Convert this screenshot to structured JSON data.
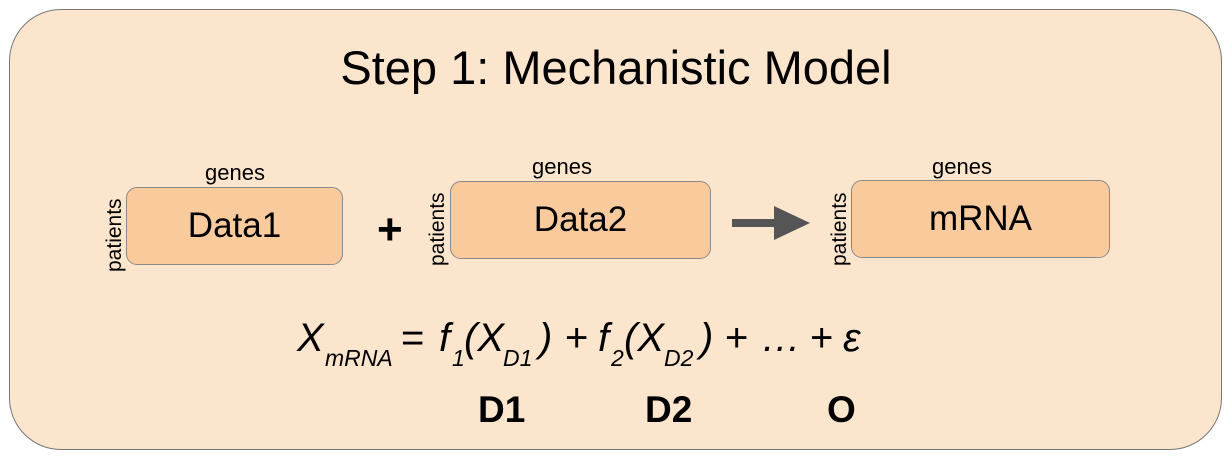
{
  "title": "Step 1: Mechanistic Model",
  "axis_labels": {
    "rows": "patients",
    "columns": "genes"
  },
  "boxes": [
    {
      "label": "Data1"
    },
    {
      "label": "Data2"
    },
    {
      "label": "mRNA"
    }
  ],
  "operator_plus": "+",
  "equation": {
    "lhs_var": "X",
    "lhs_sub": "mRNA",
    "equals": "=",
    "f1": "f",
    "f1_sub": "1",
    "open1": "(X",
    "d1_sub": "D1",
    "close1": ")",
    "plus1": "+",
    "f2": "f",
    "f2_sub": "2",
    "open2": "(X",
    "d2_sub": "D2",
    "close2": ")",
    "plus2": "+",
    "ellipsis": "…",
    "plus3": "+",
    "epsilon": "ε"
  },
  "term_labels": [
    "D1",
    "D2",
    "O"
  ],
  "colors": {
    "panel_fill": "#fce5cd",
    "box_fill": "#f9cb9c",
    "arrow": "#555555"
  }
}
